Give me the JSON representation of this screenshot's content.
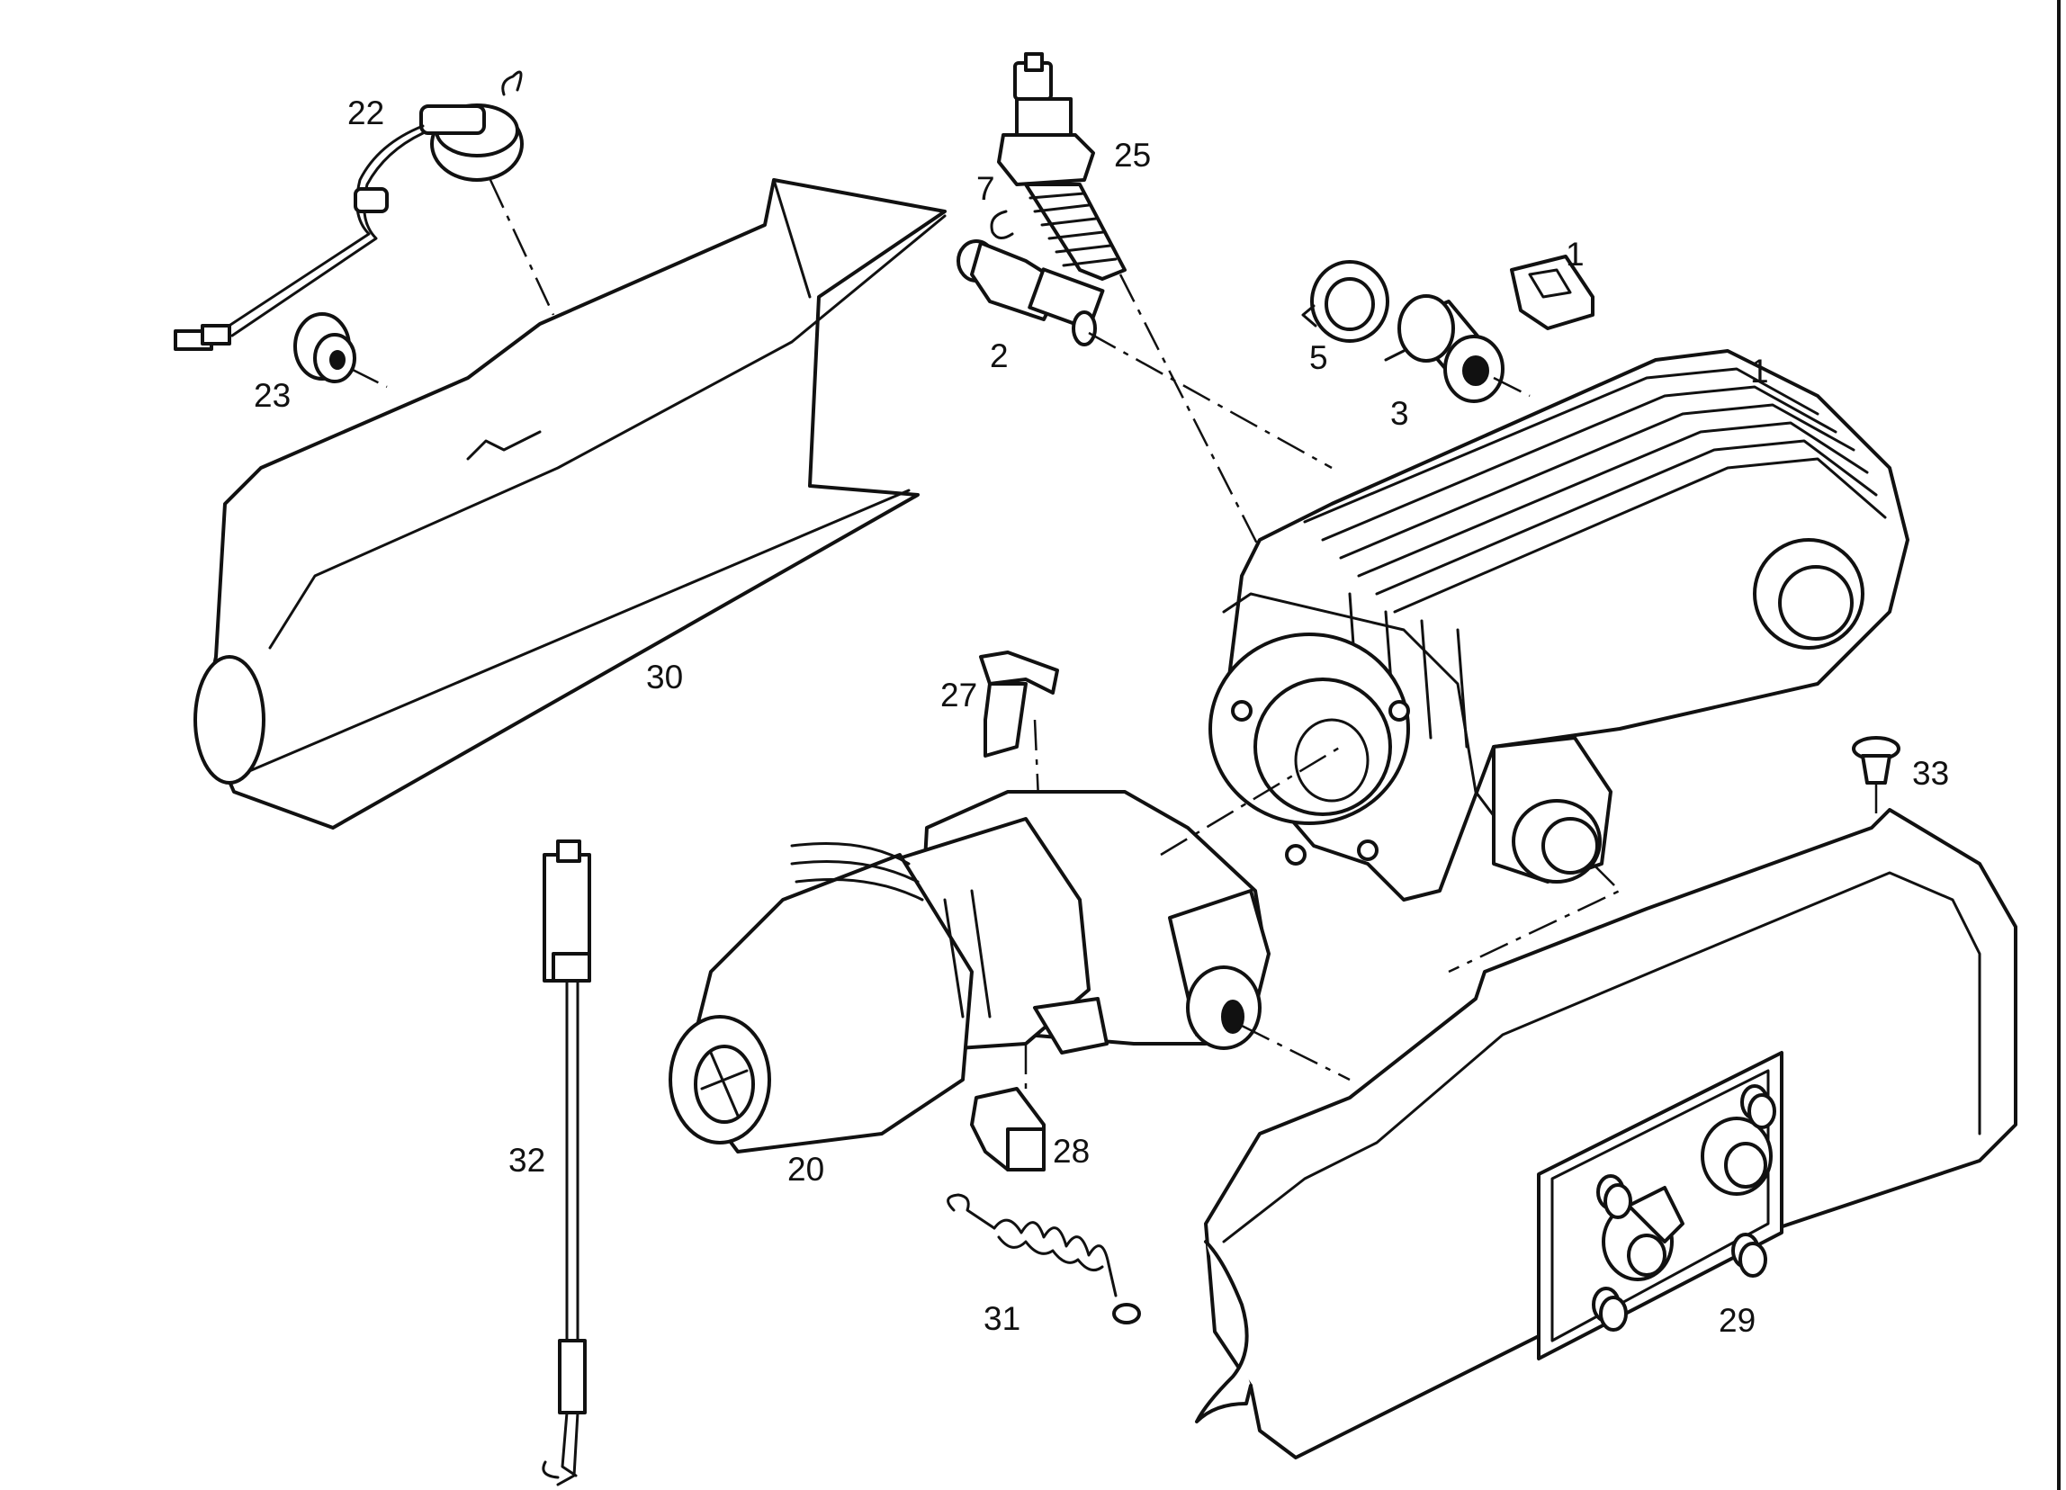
{
  "callouts": {
    "c1a": "1",
    "c1b": "1",
    "c2": "2",
    "c3": "3",
    "c5": "5",
    "c7": "7",
    "c20": "20",
    "c22": "22",
    "c23": "23",
    "c25": "25",
    "c27": "27",
    "c28": "28",
    "c29": "29",
    "c30": "30",
    "c31": "31",
    "c32": "32",
    "c33": "33"
  },
  "colors": {
    "ink": "#111111",
    "paper": "#ffffff"
  }
}
